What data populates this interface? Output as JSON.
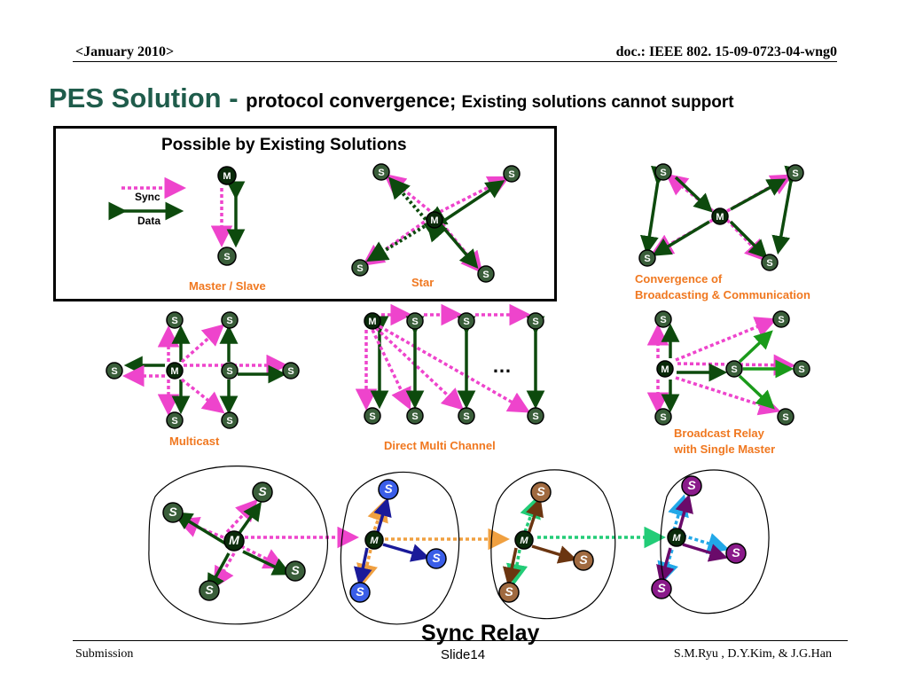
{
  "header": {
    "date": "<January 2010>",
    "doc_id": "doc.: IEEE 802. 15-09-0723-04-wng0"
  },
  "title": {
    "main": "PES Solution - ",
    "sub": "protocol convergence; ",
    "sub2": "Existing solutions cannot support"
  },
  "box_title": "Possible by Existing Solutions",
  "legend": {
    "sync": "Sync",
    "data": "Data"
  },
  "captions": {
    "master_slave": "Master / Slave",
    "star": "Star",
    "convergence_1": "Convergence of",
    "convergence_2": "Broadcasting & Communication",
    "multicast": "Multicast",
    "direct_multi_channel": "Direct Multi Channel",
    "broadcast_relay_1": "Broadcast Relay",
    "broadcast_relay_2": "with Single Master"
  },
  "ellipsis": "…",
  "sync_relay": "Sync Relay",
  "node_labels": {
    "master": "M",
    "slave": "S"
  },
  "colors": {
    "sync": "#ee44cc",
    "data": "#0d4a0d",
    "node_green": "#3a5e3a",
    "caption": "#f07820",
    "title": "#1f5c4b",
    "relay_orange": "#f0a040",
    "relay_blue": "#1a1a99",
    "relay_brown": "#6b3510",
    "relay_teal": "#22cc77",
    "relay_purple": "#6a0a6a",
    "relay_cyan": "#22a8e8"
  },
  "footer": {
    "left": "Submission",
    "center": "Slide14",
    "right": "S.M.Ryu , D.Y.Kim, & J.G.Han"
  }
}
